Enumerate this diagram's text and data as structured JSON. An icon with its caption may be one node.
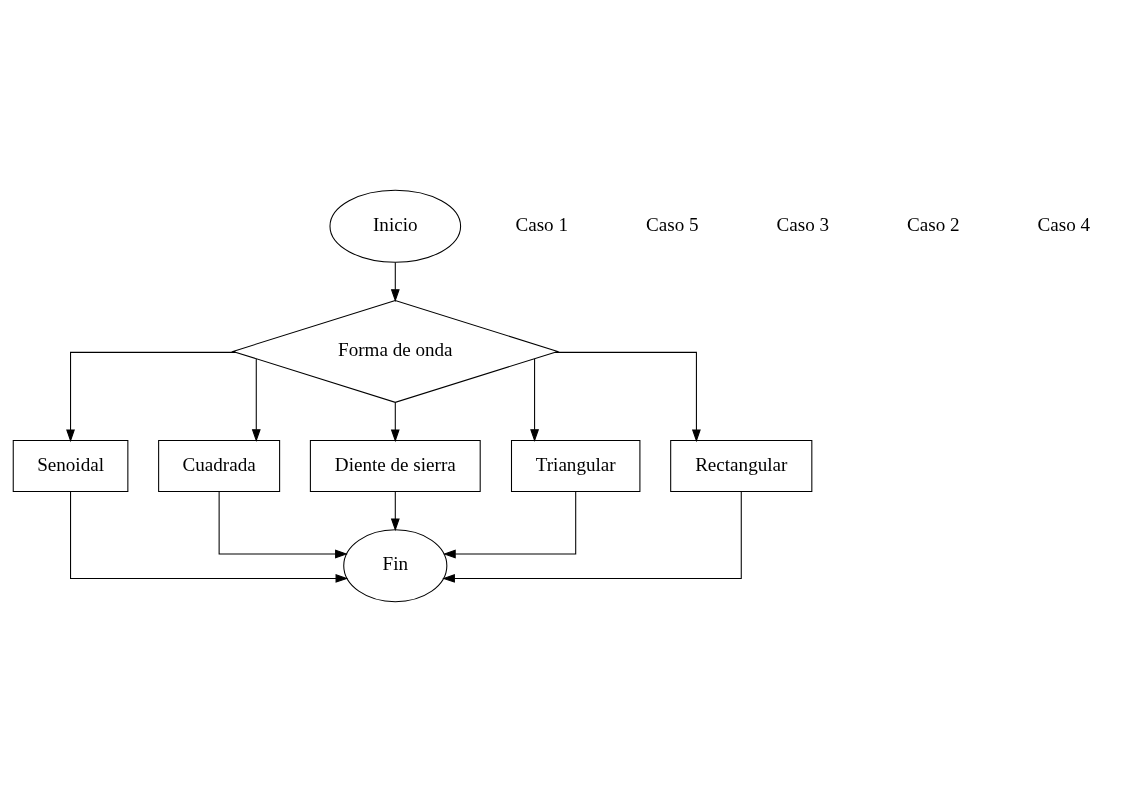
{
  "diagram": {
    "nodes": [
      {
        "text": [
          "Inicio"
        ]
      },
      {
        "text": [
          "Forma de onda"
        ]
      },
      {
        "text": [
          "Senoidal"
        ]
      },
      {
        "text": [
          "Cuadrada"
        ]
      },
      {
        "text": [
          "Diente de sierra"
        ]
      },
      {
        "text": [
          "Triangular"
        ]
      },
      {
        "text": [
          "Rectangular"
        ]
      },
      {
        "text": [
          "Fin"
        ]
      }
    ],
    "edges": [
      {
        "from": 0,
        "to": 1,
        "arrow": "to"
      },
      {
        "from": 1,
        "to": 2,
        "arrow": "to"
      },
      {
        "from": 1,
        "to": 3,
        "arrow": "to"
      },
      {
        "from": 1,
        "to": 4,
        "arrow": "to"
      },
      {
        "from": 1,
        "to": 5,
        "arrow": "to"
      },
      {
        "from": 1,
        "to": 6,
        "arrow": "to"
      },
      {
        "from": 2,
        "to": 7,
        "arrow": "to"
      },
      {
        "from": 3,
        "to": 7,
        "arrow": "to"
      },
      {
        "from": 4,
        "to": 7,
        "arrow": "to"
      },
      {
        "from": 5,
        "to": 7,
        "arrow": "to"
      },
      {
        "from": 6,
        "to": 7,
        "arrow": "to"
      }
    ],
    "labels": [
      "Caso 1",
      "Caso 5",
      "Caso 3",
      "Caso 2",
      "Caso 4"
    ]
  }
}
